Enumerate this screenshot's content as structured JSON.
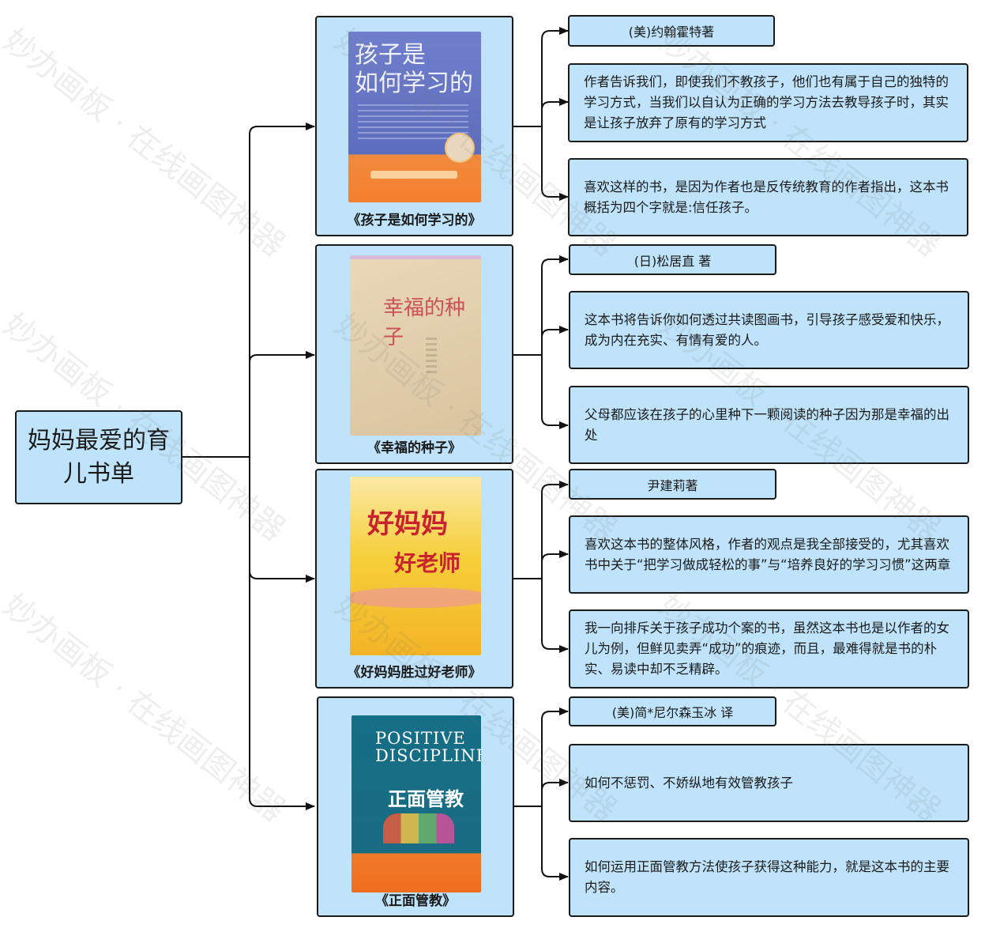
{
  "root": {
    "title": "妈妈最爱的育儿书单"
  },
  "books": [
    {
      "title": "《孩子是如何学习的》",
      "cover_colors": [
        "#6a79c8",
        "#f08a3c"
      ],
      "author": "(美)约翰霍特著",
      "notes": [
        "作者告诉我们，即使我们不教孩子，他们也有属于自己的独特的学习方式，当我们以自认为正确的学习方法去教导孩子时，其实是让孩子放弃了原有的学习方式",
        "喜欢这样的书，是因为作者也是反传统教育的作者指出，这本书概括为四个字就是:信任孩子。"
      ]
    },
    {
      "title": "《幸福的种子》",
      "cover_colors": [
        "#e3d0b0",
        "#d6c29c"
      ],
      "author": "(日)松居直 著",
      "notes": [
        "这本书将告诉你如何透过共读图画书，引导孩子感受爱和快乐，成为内在充实、有情有爱的人。",
        "父母都应该在孩子的心里种下一颗阅读的种子因为那是幸福的出处"
      ]
    },
    {
      "title": "《好妈妈胜过好老师》",
      "cover_colors": [
        "#f7d13d",
        "#f3b525"
      ],
      "author": "尹建莉著",
      "notes": [
        "喜欢这本书的整体风格，作者的观点是我全部接受的，尤其喜欢书中关于“把学习做成轻松的事”与“培养良好的学习习惯”这两章",
        "我一向排斥关于孩子成功个案的书，虽然这本书也是以作者的女儿为例，但鲜见卖弄“成功”的痕迹，而且，最难得就是书的朴实、易读中却不乏精辟。"
      ]
    },
    {
      "title": "《正面管教》",
      "cover_colors": [
        "#0f6f88",
        "#f07a2a"
      ],
      "author": "(美)简*尼尔森玉冰 译",
      "notes": [
        "如何不惩罚、不娇纵地有效管教孩子",
        "如何运用正面管教方法使孩子获得这种能力，就是这本书的主要内容。"
      ]
    }
  ],
  "watermark": "妙办画板 · 在线画图神器"
}
